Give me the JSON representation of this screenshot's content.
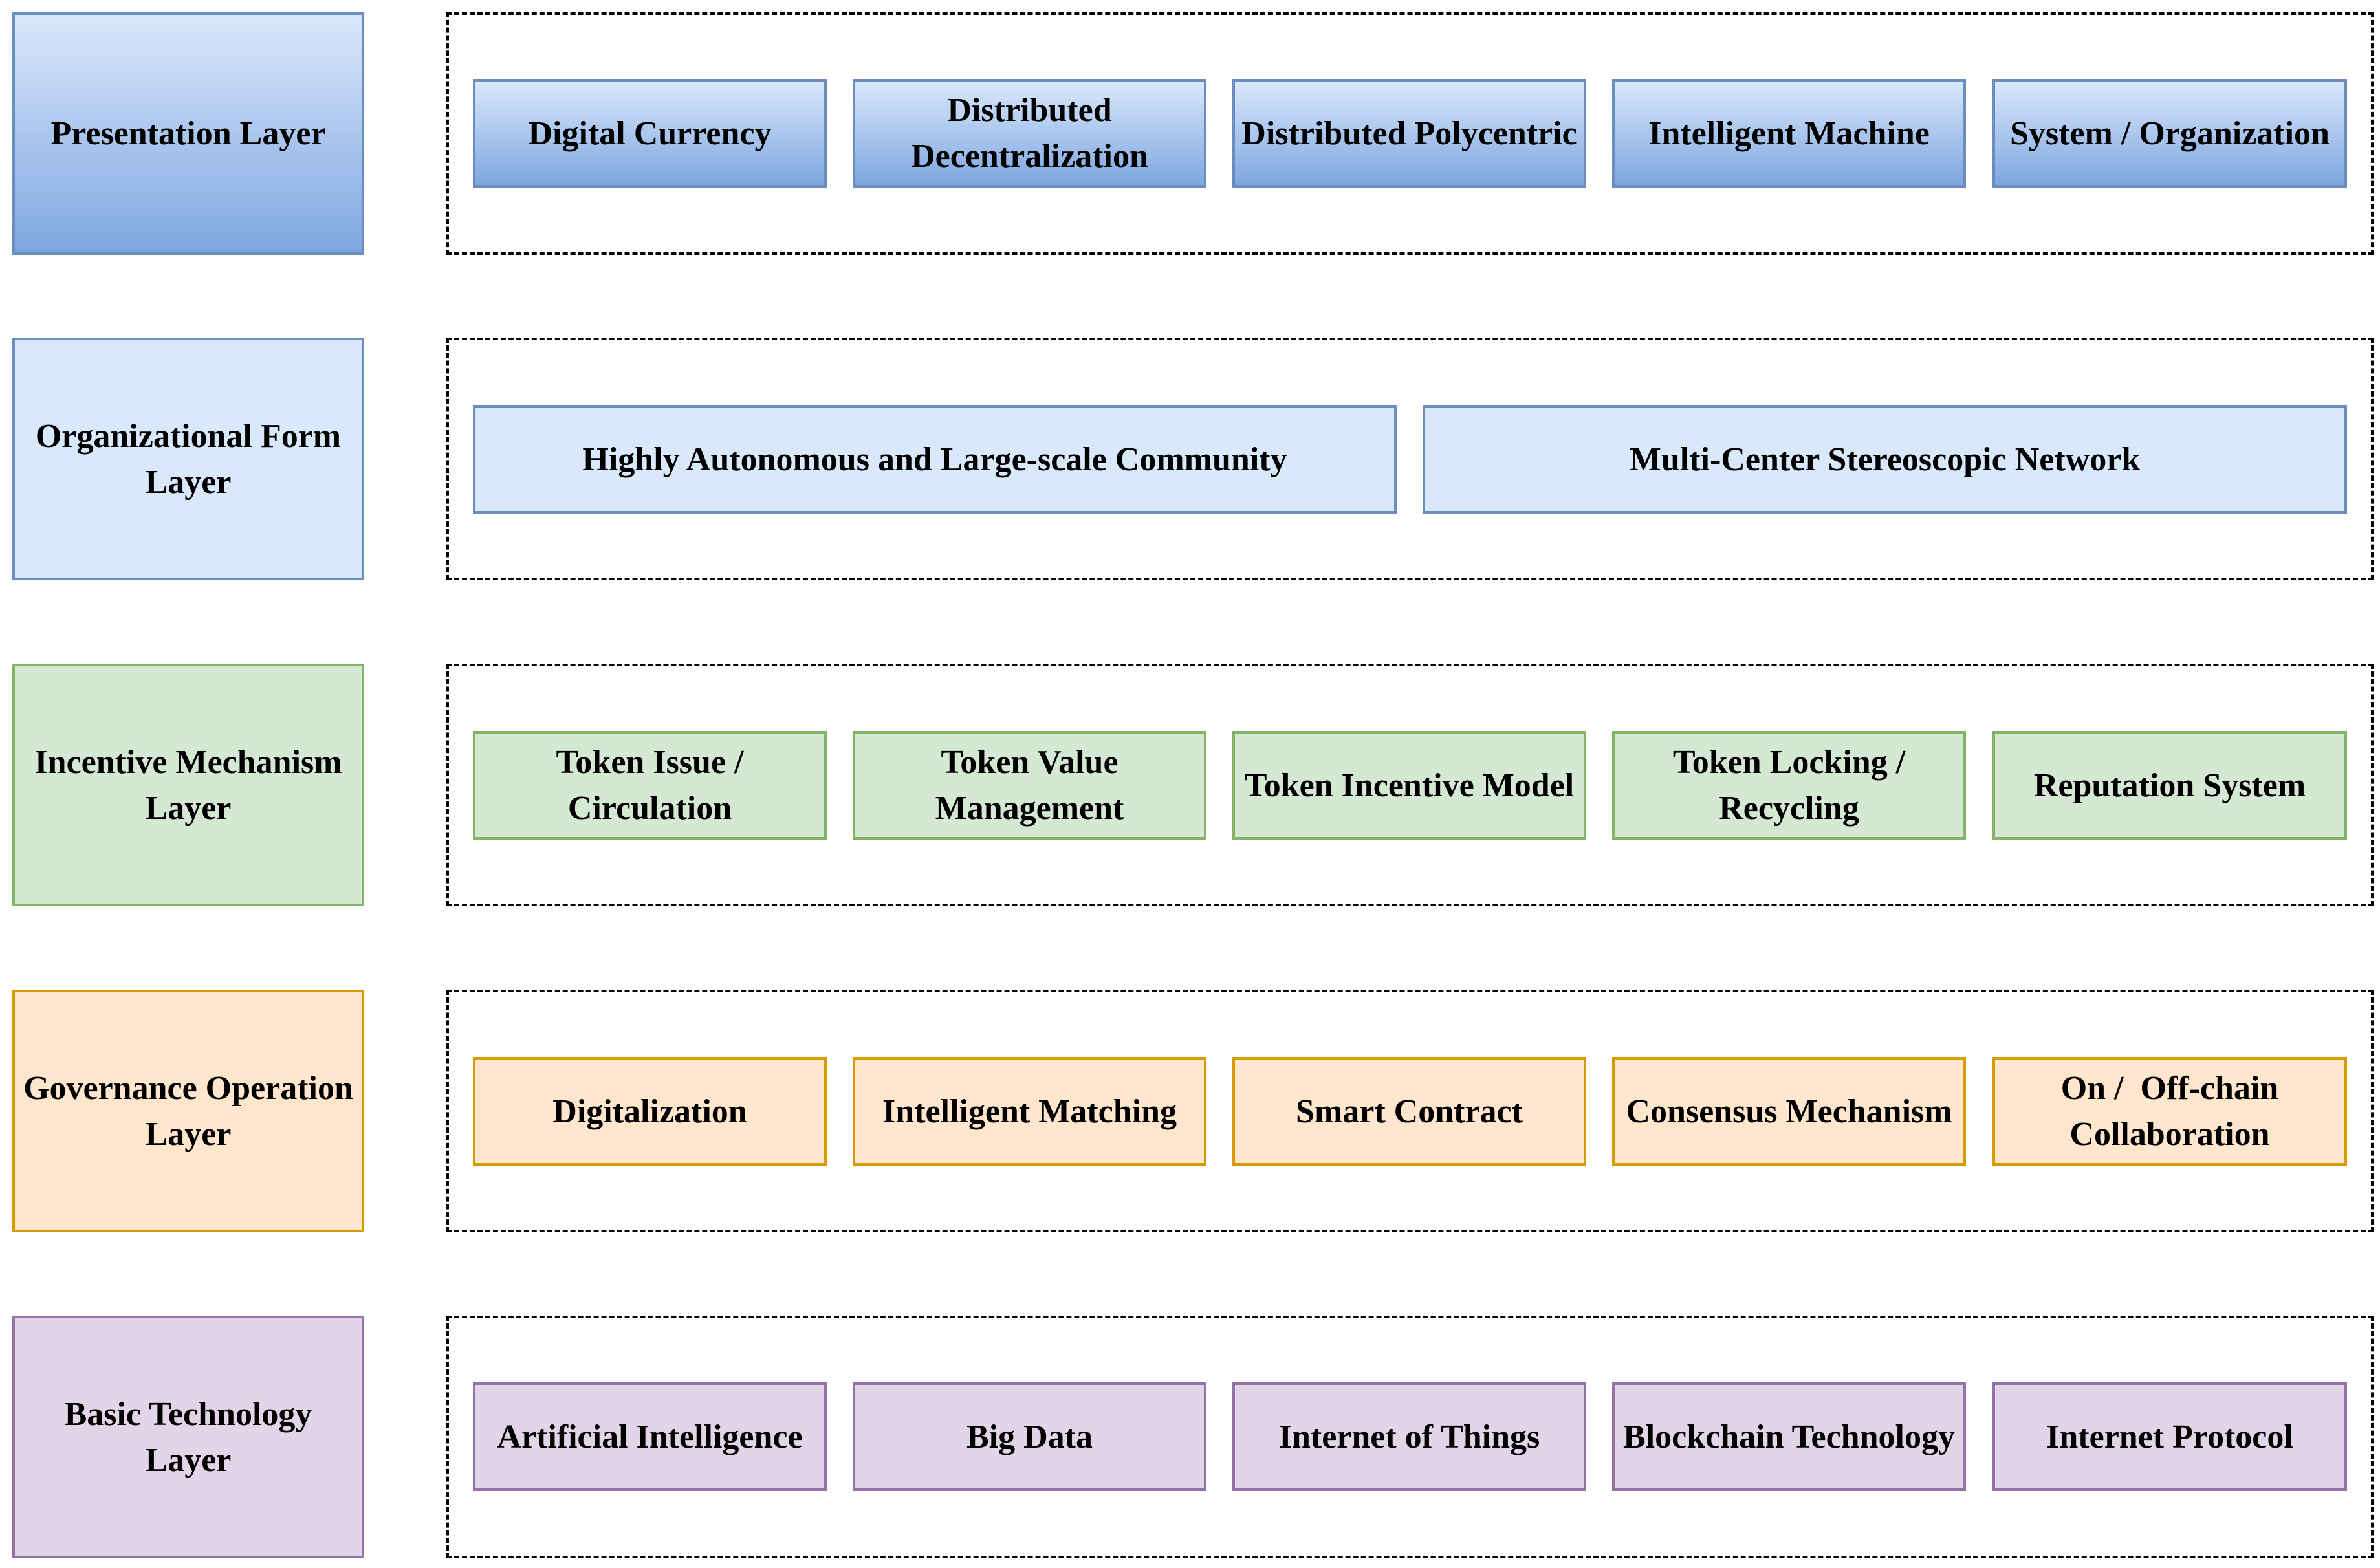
{
  "layers": [
    {
      "label": "Presentation Layer",
      "items": [
        "Digital Currency",
        "Distributed Decentralization",
        "Distributed Polycentric",
        "Intelligent Machine",
        "System / Organization"
      ]
    },
    {
      "label": "Organizational Form Layer",
      "items": [
        "Highly Autonomous and Large-scale Community",
        "Multi-Center Stereoscopic Network"
      ]
    },
    {
      "label": "Incentive Mechanism Layer",
      "items": [
        "Token Issue / Circulation",
        "Token Value Management",
        "Token Incentive Model",
        "Token Locking / Recycling",
        "Reputation System"
      ]
    },
    {
      "label": "Governance Operation Layer",
      "items": [
        "Digitalization",
        "Intelligent Matching",
        "Smart Contract",
        "Consensus Mechanism",
        "On /  Off-chain Collaboration"
      ]
    },
    {
      "label": "Basic Technology Layer",
      "items": [
        "Artificial Intelligence",
        "Big Data",
        "Internet of Things",
        "Blockchain Technology",
        "Internet Protocol"
      ]
    }
  ],
  "colors": {
    "presentation_fill_top": "#dae8fc",
    "presentation_fill_bottom": "#7ea6e0",
    "presentation_stroke": "#6c8ebf",
    "organizational_fill": "#dae8fc",
    "organizational_stroke": "#6c8ebf",
    "incentive_fill": "#d5e8d4",
    "incentive_stroke": "#82b366",
    "governance_fill": "#ffe6cc",
    "governance_stroke": "#d79b00",
    "technology_fill": "#e1d5e7",
    "technology_stroke": "#9673a6"
  }
}
